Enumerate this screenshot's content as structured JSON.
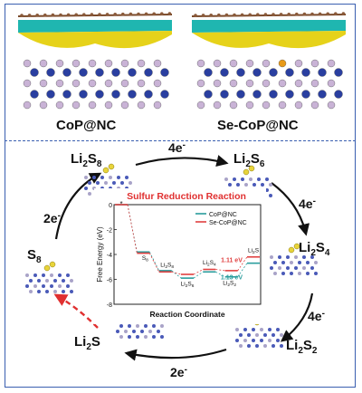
{
  "top_panels": {
    "left_label": "CoP@NC",
    "right_label": "Se-CoP@NC"
  },
  "cycle": {
    "species": {
      "li2s8_main": "Li",
      "li2s8_sub1": "2",
      "li2s8_main2": "S",
      "li2s8_sub2": "8",
      "li2s6_main": "Li",
      "li2s6_sub1": "2",
      "li2s6_main2": "S",
      "li2s6_sub2": "6",
      "li2s4_main": "Li",
      "li2s4_sub1": "2",
      "li2s4_main2": "S",
      "li2s4_sub2": "4",
      "li2s2_main": "Li",
      "li2s2_sub1": "2",
      "li2s2_main2": "S",
      "li2s2_sub2": "2",
      "li2s_main": "Li",
      "li2s_sub1": "2",
      "li2s_main2": "S",
      "s8_main": "S",
      "s8_sub": "8"
    },
    "electrons": {
      "e1": "2e",
      "e2": "4e",
      "e3": "4e",
      "e4": "4e",
      "e5": "2e",
      "minus": "-"
    }
  },
  "chart_title": "Sulfur Reduction Reaction",
  "chart_data": {
    "type": "line",
    "title": "Sulfur Reduction Reaction",
    "xlabel": "Reaction Coordinate",
    "ylabel": "Free Energy (eV)",
    "ylim": [
      -8,
      0
    ],
    "yticks": [
      "0",
      "-2",
      "-4",
      "-6",
      "-8"
    ],
    "categories": [
      "*",
      "S8",
      "Li2S8",
      "Li2S6",
      "Li2S4",
      "Li2S2",
      "Li2S"
    ],
    "point_labels": {
      "s8_main": "S",
      "s8_sub": "8",
      "li2s8_main": "Li",
      "li2s8_sub1": "2",
      "li2s8_main2": "S",
      "li2s8_sub2": "8",
      "li2s6_main": "Li",
      "li2s6_sub1": "2",
      "li2s6_main2": "S",
      "li2s6_sub2": "6",
      "li2s4_main": "Li",
      "li2s4_sub1": "2",
      "li2s4_main2": "S",
      "li2s4_sub2": "4",
      "li2s2_main": "Li",
      "li2s2_sub1": "2",
      "li2s2_main2": "S",
      "li2s2_sub2": "2",
      "li2s_main": "Li",
      "li2s_sub1": "2",
      "li2s_main2": "S"
    },
    "series": [
      {
        "name": "CoP@NC",
        "color": "#2a9d9d",
        "values": [
          0,
          -3.8,
          -5.3,
          -5.9,
          -5.4,
          -5.8,
          -4.7
        ]
      },
      {
        "name": "Se-CoP@NC",
        "color": "#e04040",
        "values": [
          0,
          -3.9,
          -5.4,
          -5.6,
          -5.2,
          -5.3,
          -4.2
        ]
      }
    ],
    "annotations": [
      {
        "text": "1.11 eV",
        "color": "#e04040"
      },
      {
        "text": "1.13 eV",
        "color": "#2a9d9d"
      }
    ]
  },
  "colors": {
    "frame": "#3a5fb0",
    "title_red": "#e03030",
    "arrow_dark": "#111111",
    "arrow_red": "#e03030",
    "co_atom": "#2a3fa0",
    "p_atom": "#c9b3d6",
    "charge_yellow": "#e6d21a",
    "charge_cyan": "#1fb6b0"
  }
}
